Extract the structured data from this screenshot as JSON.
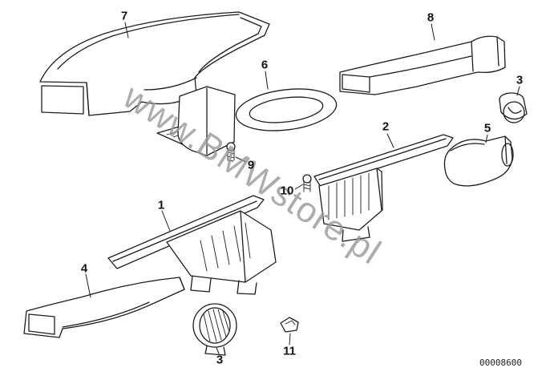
{
  "diagram": {
    "watermark": "www.BMWstore.pl",
    "doc_number": "00008600",
    "labels": [
      {
        "text": "7"
      },
      {
        "text": "8"
      },
      {
        "text": "6"
      },
      {
        "text": "3"
      },
      {
        "text": "2"
      },
      {
        "text": "5"
      },
      {
        "text": "9"
      },
      {
        "text": "10"
      },
      {
        "text": "1"
      },
      {
        "text": "4"
      },
      {
        "text": "3"
      },
      {
        "text": "11"
      }
    ],
    "colors": {
      "background": "#ffffff",
      "line": "#1d1d1d",
      "watermark": "#989898"
    }
  }
}
